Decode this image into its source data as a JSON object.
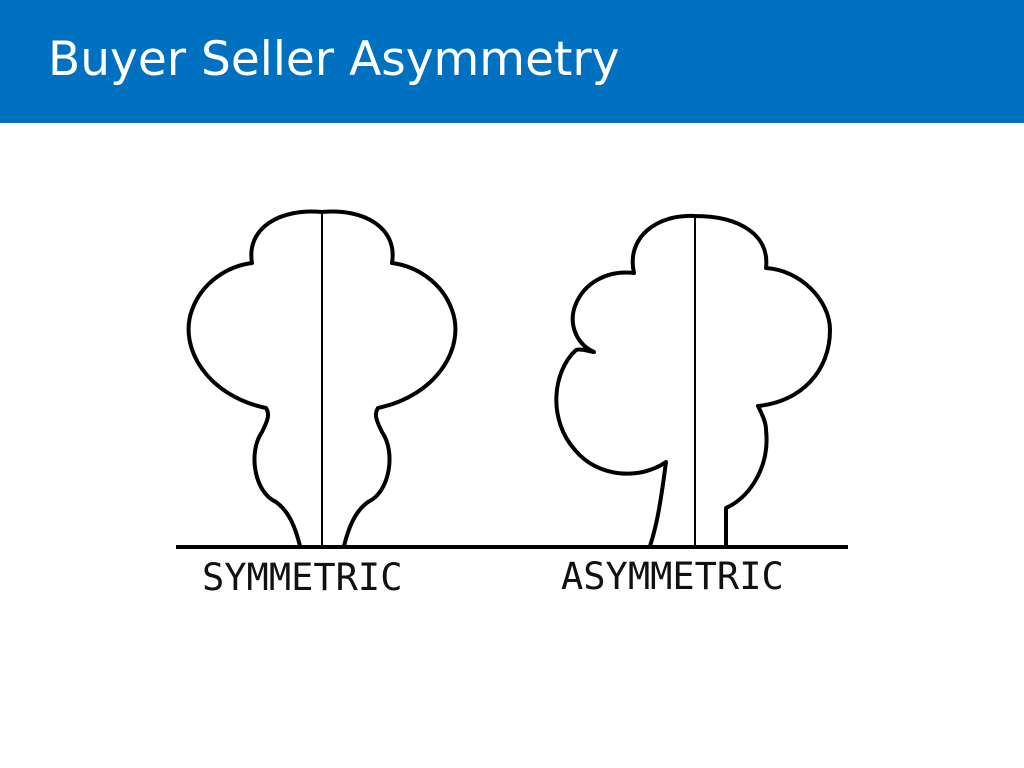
{
  "slide": {
    "title": "Buyer Seller Asymmetry",
    "title_bar_color": "#0070c0"
  },
  "figure": {
    "left_label": "SYMMETRIC",
    "right_label": "ASYMMETRIC",
    "line_color": "#000000"
  }
}
